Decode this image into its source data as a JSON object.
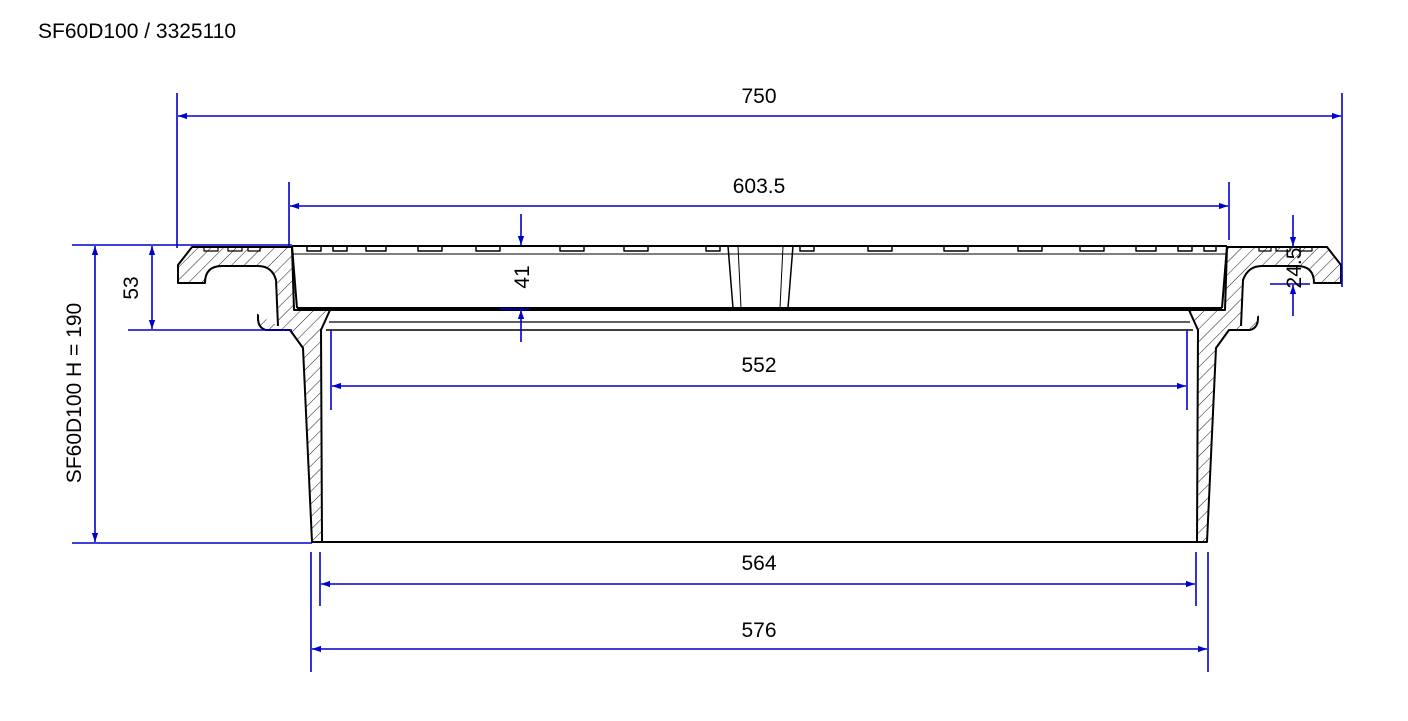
{
  "title": "SF60D100 / 3325110",
  "colors": {
    "dimension": "#0000cc",
    "outline": "#000000",
    "background": "#ffffff"
  },
  "dimensions": {
    "overall_width": "750",
    "frame_opening": "603.5",
    "depth_41": "41",
    "inner_top": "552",
    "inner_bottom": "564",
    "outer_bottom": "576",
    "flange_height": "53",
    "lip_height": "24.5",
    "total_height": "SF60D100 H = 190"
  }
}
